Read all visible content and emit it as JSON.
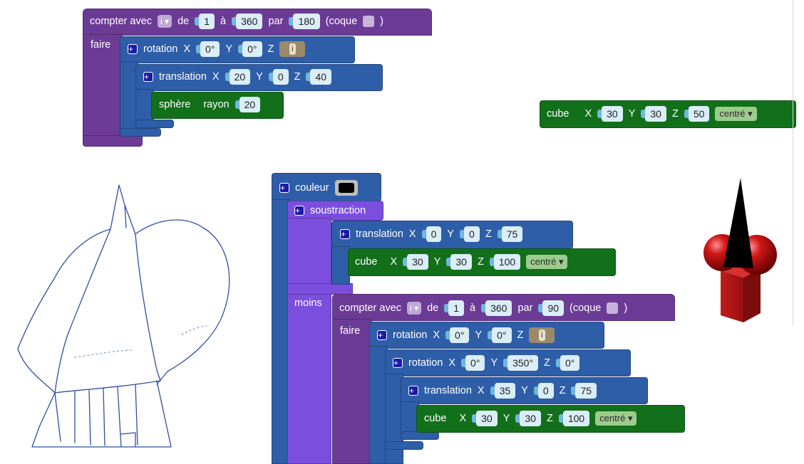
{
  "blocks": {
    "loop1": {
      "compter_avec": "compter avec",
      "var": "i",
      "de": "de",
      "from": "1",
      "a": "à",
      "to": "360",
      "par": "par",
      "step": "180",
      "coque": "(coque",
      "close": ")",
      "faire": "faire"
    },
    "rot1": {
      "label": "rotation",
      "x_lbl": "X",
      "x": "0°",
      "y_lbl": "Y",
      "y": "0°",
      "z_lbl": "Z",
      "z_var": "i"
    },
    "trans1": {
      "label": "translation",
      "x_lbl": "X",
      "x": "20",
      "y_lbl": "Y",
      "y": "0",
      "z_lbl": "Z",
      "z": "40"
    },
    "sphere": {
      "label": "sphère",
      "rayon": "rayon",
      "r": "20"
    },
    "cube_right": {
      "label": "cube",
      "x_lbl": "X",
      "x": "30",
      "y_lbl": "Y",
      "y": "30",
      "z_lbl": "Z",
      "z": "50",
      "mode": "centré"
    },
    "couleur": {
      "label": "couleur",
      "color": "#000000"
    },
    "soustraction": {
      "label": "soustraction",
      "moins": "moins"
    },
    "trans2": {
      "label": "translation",
      "x_lbl": "X",
      "x": "0",
      "y_lbl": "Y",
      "y": "0",
      "z_lbl": "Z",
      "z": "75"
    },
    "cube2": {
      "label": "cube",
      "x_lbl": "X",
      "x": "30",
      "y_lbl": "Y",
      "y": "30",
      "z_lbl": "Z",
      "z": "100",
      "mode": "centré"
    },
    "loop2": {
      "compter_avec": "compter avec",
      "var": "i",
      "de": "de",
      "from": "1",
      "a": "à",
      "to": "360",
      "par": "par",
      "step": "90",
      "coque": "(coque",
      "close": ")",
      "faire": "faire"
    },
    "rot2": {
      "label": "rotation",
      "x_lbl": "X",
      "x": "0°",
      "y_lbl": "Y",
      "y": "0°",
      "z_lbl": "Z",
      "z_var": "i"
    },
    "rot3": {
      "label": "rotation",
      "x_lbl": "X",
      "x": "0°",
      "y_lbl": "Y",
      "y": "350°",
      "z_lbl": "Z",
      "z": "0°"
    },
    "trans3": {
      "label": "translation",
      "x_lbl": "X",
      "x": "35",
      "y_lbl": "Y",
      "y": "0",
      "z_lbl": "Z",
      "z": "75"
    },
    "cube3": {
      "label": "cube",
      "x_lbl": "X",
      "x": "30",
      "y_lbl": "Y",
      "y": "30",
      "z_lbl": "Z",
      "z": "100",
      "mode": "centré"
    }
  },
  "icons": {
    "plus": "+",
    "dropdown": "▾"
  },
  "colors": {
    "loop": "#6c3b96",
    "subtract": "#7b4ede",
    "transform": "#2f5ea8",
    "shape": "#12701a"
  }
}
